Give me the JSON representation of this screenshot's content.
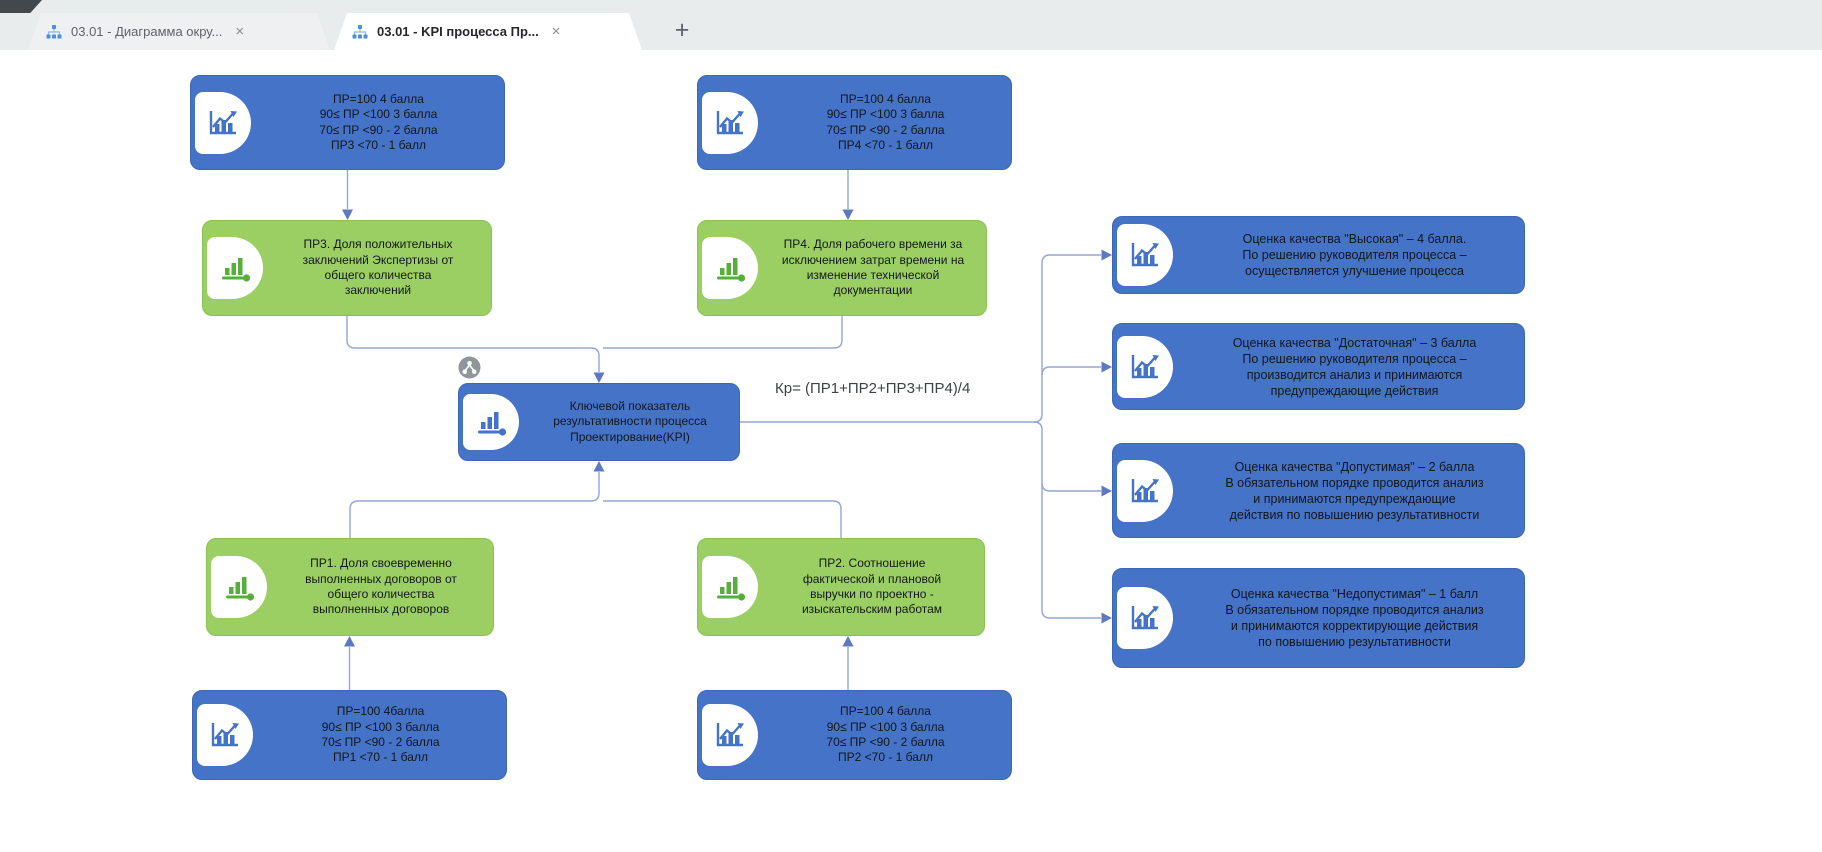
{
  "tabs": [
    {
      "label": "03.01 - Диаграмма окру...",
      "close_label": "×",
      "active": false
    },
    {
      "label": "03.01 - KPI процесса Пр...",
      "close_label": "×",
      "active": true
    }
  ],
  "new_tab_label": "+",
  "colors": {
    "node_blue": "#4573c7",
    "node_green": "#9bcf63",
    "icon_blue": "#4573c7",
    "icon_green": "#58ae3a",
    "connector": "#94a5d6",
    "arrowhead": "#5c79c1",
    "tabbar_bg": "#e9eced",
    "tab_icon_blue": "#4d8fdb"
  },
  "icons": {
    "tab_icon": "sitemap-icon",
    "score_node_icon": "line-chart-icon",
    "indicator_node_icon": "bar-chart-icon",
    "kpi_badge": "hierarchy-badge-icon"
  },
  "diagram": {
    "formula": "Кр= (ПР1+ПР2+ПР3+ПР4)/4",
    "nodes": {
      "score_pr3": {
        "text": "ПР=100 4 балла\n90≤ ПР <100 3 балла\n70≤ ПР <90 - 2 балла\nПР3 <70 - 1 балл"
      },
      "score_pr4": {
        "text": "ПР=100 4 балла\n90≤ ПР <100 3 балла\n70≤ ПР <90 - 2 балла\nПР4 <70 - 1 балл"
      },
      "pr3": {
        "text": "ПР3. Доля положительных\nзаключений Экспертизы от\nобщего количества\nзаключений"
      },
      "pr4": {
        "text": "ПР4. Доля рабочего времени за\nисключением затрат времени на\nизменение технической\nдокументации"
      },
      "kpi": {
        "text": "Ключевой показатель\nрезультативности процесса\nПроектирование(KPI)"
      },
      "pr1": {
        "text": "ПР1. Доля своевременно\nвыполненных договоров от\nобщего количества\nвыполненных договоров"
      },
      "pr2": {
        "text": "ПР2. Соотношение\nфактической и плановой\nвыручки по проектно -\nизыскательским работам"
      },
      "score_pr1": {
        "text": "ПР=100 4балла\n90≤ ПР <100 3 балла\n70≤ ПР <90 - 2 балла\nПР1 <70 - 1 балл"
      },
      "score_pr2": {
        "text": "ПР=100 4 балла\n90≤ ПР <100 3 балла\n70≤ ПР <90 - 2 балла\nПР2 <70 - 1 балл"
      },
      "quality_high": {
        "text": "Оценка качества \"Высокая\" – 4 балла.\nПо решению руководителя процесса –\nосуществляется улучшение процесса"
      },
      "quality_sufficient": {
        "text": "Оценка качества \"Достаточная\" – 3 балла\nПо решению руководителя процесса –\nпроизводится анализ и принимаются\nпредупреждающие действия"
      },
      "quality_acceptable": {
        "text": "Оценка качества \"Допустимая\" – 2 балла\nВ обязательном порядке проводится анализ\nи принимаются предупреждающие\nдействия по повышению результативности"
      },
      "quality_unacceptable": {
        "text": "Оценка качества \"Недопустимая\" – 1 балл\nВ обязательном порядке проводится анализ\nи принимаются корректирующие действия\nпо повышению результативности"
      }
    }
  }
}
